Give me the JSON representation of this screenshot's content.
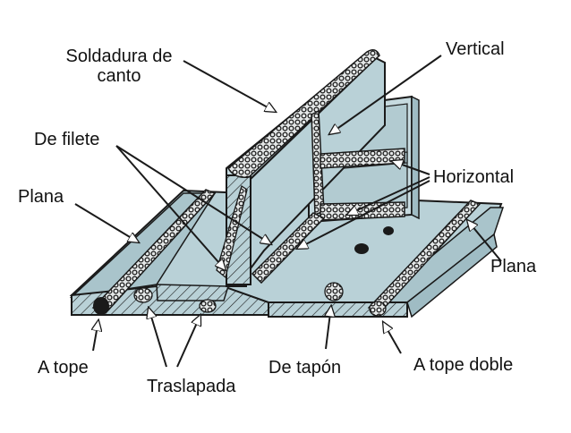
{
  "colors": {
    "plate": "#b9d1d7",
    "plate_dark": "#9fbcc4",
    "outline": "#1a1a1a",
    "bead": "#d9dcdc"
  },
  "labels": {
    "soldadura_de_canto_1": "Soldadura de",
    "soldadura_de_canto_2": "canto",
    "vertical": "Vertical",
    "de_filete": "De filete",
    "horizontal": "Horizontal",
    "plana_left": "Plana",
    "plana_right": "Plana",
    "a_tope": "A tope",
    "traslapada": "Traslapada",
    "de_tapon": "De tapón",
    "a_tope_doble": "A tope doble"
  }
}
